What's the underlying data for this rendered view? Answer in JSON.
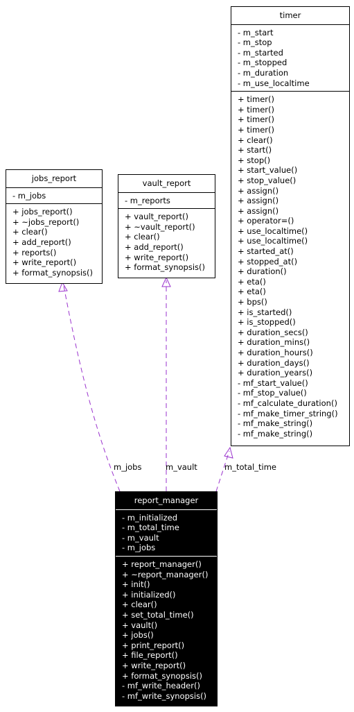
{
  "classes": {
    "timer": {
      "name": "timer",
      "attributes": [
        "- m_start",
        "- m_stop",
        "- m_started",
        "- m_stopped",
        "- m_duration",
        "- m_use_localtime"
      ],
      "methods": [
        "+ timer()",
        "+ timer()",
        "+ timer()",
        "+ timer()",
        "+ clear()",
        "+ start()",
        "+ stop()",
        "+ start_value()",
        "+ stop_value()",
        "+ assign()",
        "+ assign()",
        "+ assign()",
        "+ operator=()",
        "+ use_localtime()",
        "+ use_localtime()",
        "+ started_at()",
        "+ stopped_at()",
        "+ duration()",
        "+ eta()",
        "+ eta()",
        "+ bps()",
        "+ is_started()",
        "+ is_stopped()",
        "+ duration_secs()",
        "+ duration_mins()",
        "+ duration_hours()",
        "+ duration_days()",
        "+ duration_years()",
        "- mf_start_value()",
        "- mf_stop_value()",
        "- mf_calculate_duration()",
        "- mf_make_timer_string()",
        "- mf_make_string()",
        "- mf_make_string()"
      ]
    },
    "jobs_report": {
      "name": "jobs_report",
      "attributes": [
        "- m_jobs"
      ],
      "methods": [
        "+ jobs_report()",
        "+ ~jobs_report()",
        "+ clear()",
        "+ add_report()",
        "+ reports()",
        "+ write_report()",
        "+ format_synopsis()"
      ]
    },
    "vault_report": {
      "name": "vault_report",
      "attributes": [
        "- m_reports"
      ],
      "methods": [
        "+ vault_report()",
        "+ ~vault_report()",
        "+ clear()",
        "+ add_report()",
        "+ write_report()",
        "+ format_synopsis()"
      ]
    },
    "report_manager": {
      "name": "report_manager",
      "attributes": [
        "- m_initialized",
        "- m_total_time",
        "- m_vault",
        "- m_jobs"
      ],
      "methods": [
        "+ report_manager()",
        "+ ~report_manager()",
        "+ init()",
        "+ initialized()",
        "+ clear()",
        "+ set_total_time()",
        "+ vault()",
        "+ jobs()",
        "+ print_report()",
        "+ file_report()",
        "+ write_report()",
        "+ format_synopsis()",
        "- mf_write_header()",
        "- mf_write_synopsis()"
      ]
    }
  },
  "edges": [
    {
      "label": "m_jobs",
      "from": "report_manager",
      "to": "jobs_report"
    },
    {
      "label": "m_vault",
      "from": "report_manager",
      "to": "vault_report"
    },
    {
      "label": "m_total_time",
      "from": "report_manager",
      "to": "timer"
    }
  ],
  "colors": {
    "edge": "#9a32cd",
    "box_border": "#000000",
    "highlight_bg": "#000000",
    "highlight_text": "#ffffff"
  }
}
